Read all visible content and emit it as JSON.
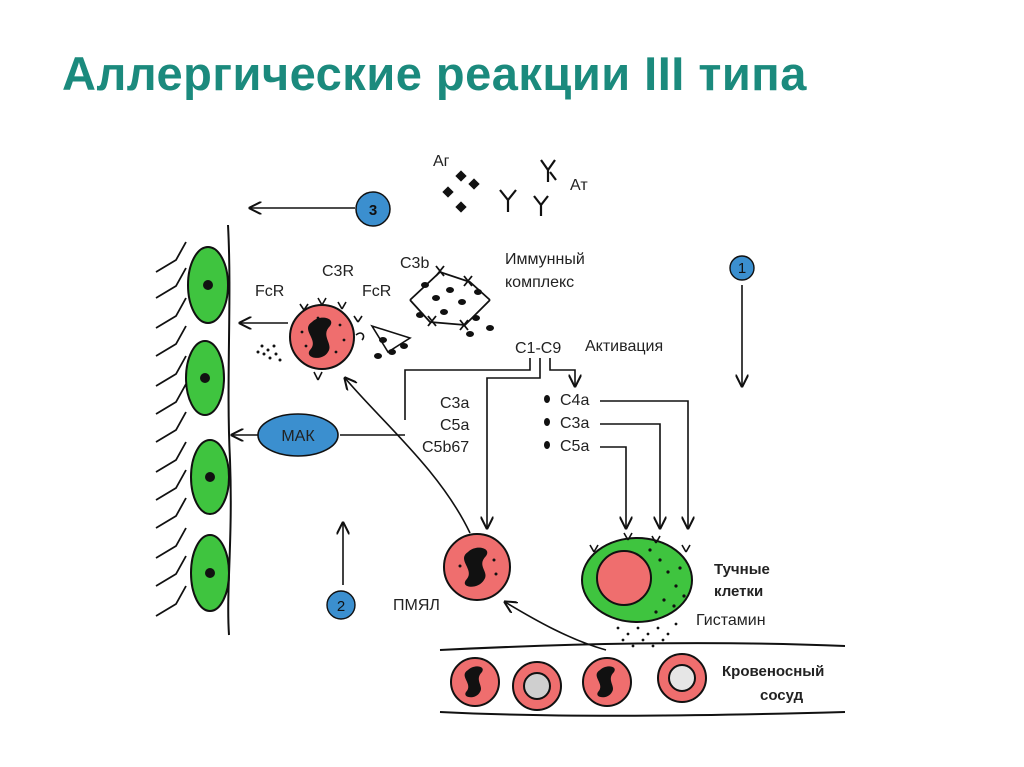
{
  "title": "Аллергические реакции III типа",
  "labels": {
    "antigen": "Аг",
    "antibody": "Ат",
    "c3b": "C3b",
    "immune_complex_line1": "Иммунный",
    "immune_complex_line2": "комплекс",
    "fcr_left": "FcR",
    "c3r": "C3R",
    "fcr_right": "FcR",
    "c1_c9": "C1-C9",
    "activation": "Активация",
    "c3a_left": "C3a",
    "c5a_left": "C5a",
    "c5b67": "C5b67",
    "c4a": "C4a",
    "c3a_right": "C3a",
    "c5a_right": "C5a",
    "mak": "МАК",
    "pmyal": "ПМЯЛ",
    "mast_line1": "Тучные",
    "mast_line2": "клетки",
    "histamine": "Гистамин",
    "vessel_line1": "Кровеносный",
    "vessel_line2": "сосуд",
    "step1": "1",
    "step2": "2",
    "step3": "3"
  },
  "colors": {
    "title": "#1b8a7d",
    "cell_red": "#ef6e6e",
    "cell_green": "#3fc43f",
    "badge_blue": "#3b8fcf",
    "ink": "#111111"
  }
}
